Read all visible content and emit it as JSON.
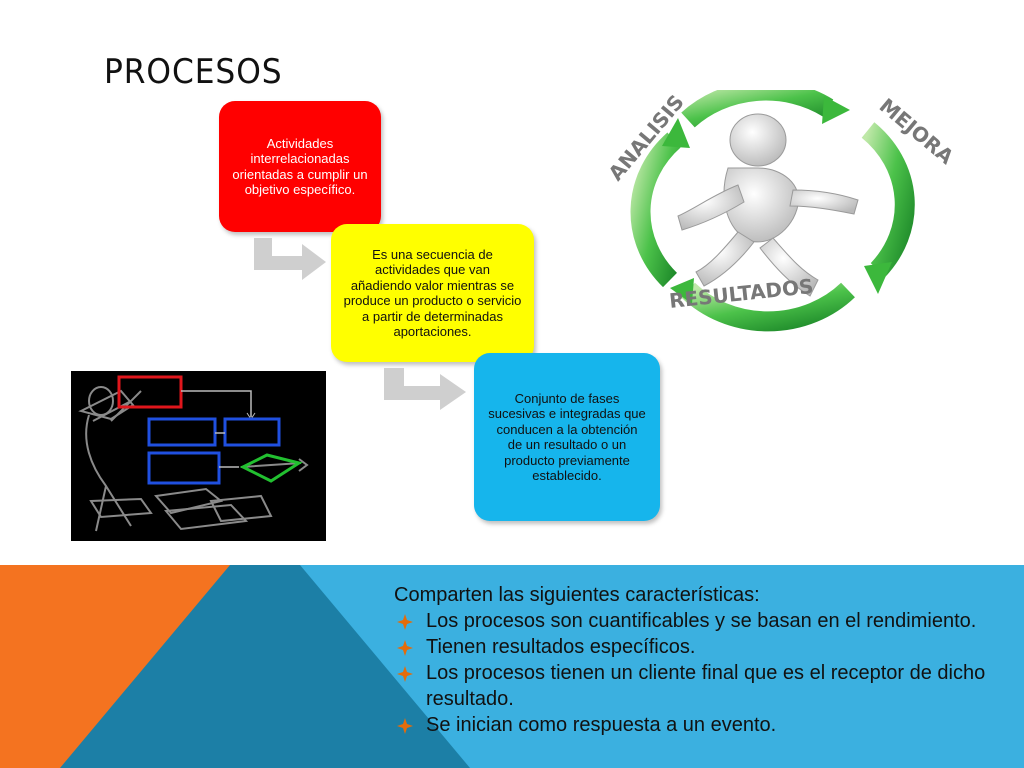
{
  "slide": {
    "title": "PROCESOS",
    "boxes": [
      {
        "text": "Actividades interrelacionadas orientadas a cumplir un objetivo específico.",
        "color": "#ff0000"
      },
      {
        "text": "Es una secuencia de actividades que van añadiendo valor mientras se produce un  producto o servicio a partir de determinadas aportaciones.",
        "color": "#ffff00"
      },
      {
        "text": "Conjunto de fases sucesivas e integradas que conducen a la obtención de un resultado o un producto previamente establecido.",
        "color": "#16b5ec"
      }
    ],
    "cycle_graphic": {
      "words": [
        "ANALISIS",
        "MEJORA",
        "RESULTADOS"
      ],
      "arrow_color": "#3cb83c"
    },
    "features": {
      "heading": "Comparten las siguientes características:",
      "items": [
        "Los procesos son cuantificables y se basan en el rendimiento.",
        "Tienen resultados específicos.",
        "Los procesos tienen un cliente final que es el receptor de dicho resultado.",
        "Se inician como respuesta a un evento."
      ],
      "bullet_icon": "diamond-bullet-icon",
      "bullet_color": "#e46c0a"
    },
    "colors": {
      "band_blue": "#3bb0e0",
      "band_dark": "#1c7fa6",
      "band_orange": "#f47320"
    }
  }
}
